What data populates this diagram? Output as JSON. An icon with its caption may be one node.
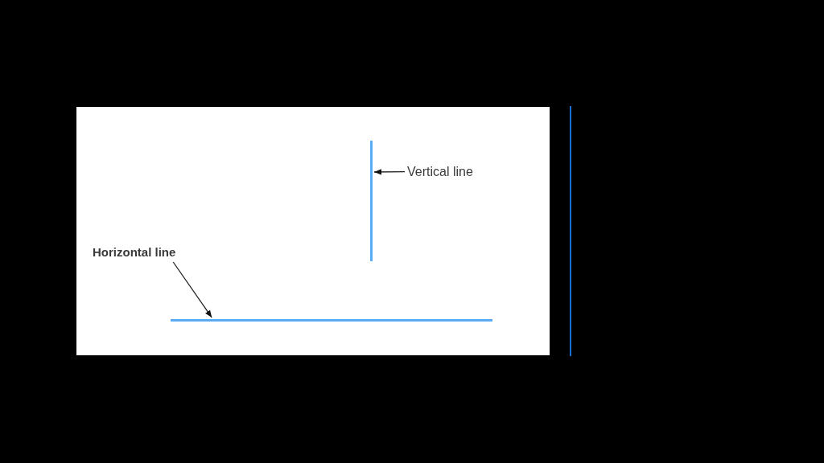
{
  "diagram": {
    "nodes": [
      {
        "text": [
          "Vertical line"
        ]
      },
      {
        "text": [],
        "shape": "line"
      },
      {
        "text": [
          "Horizontal line"
        ]
      },
      {
        "text": [],
        "shape": "line"
      }
    ],
    "edges": [
      {
        "from": 0,
        "to": 1,
        "arrow": "to"
      },
      {
        "from": 2,
        "to": 3,
        "arrow": "to"
      }
    ]
  }
}
